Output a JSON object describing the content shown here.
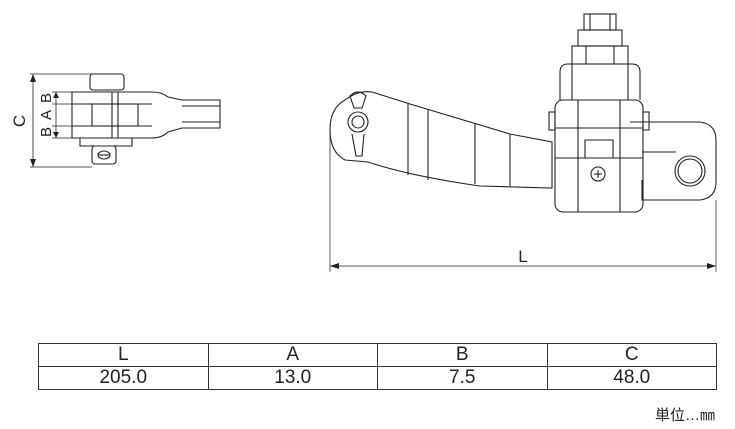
{
  "drawing": {
    "side_view_dimension_labels": [
      "C",
      "B",
      "A",
      "B"
    ],
    "front_view_dimension_label": "L"
  },
  "table": {
    "headers": [
      "L",
      "A",
      "B",
      "C"
    ],
    "values": [
      "205.0",
      "13.0",
      "7.5",
      "48.0"
    ]
  },
  "unit_note": "単位…㎜"
}
